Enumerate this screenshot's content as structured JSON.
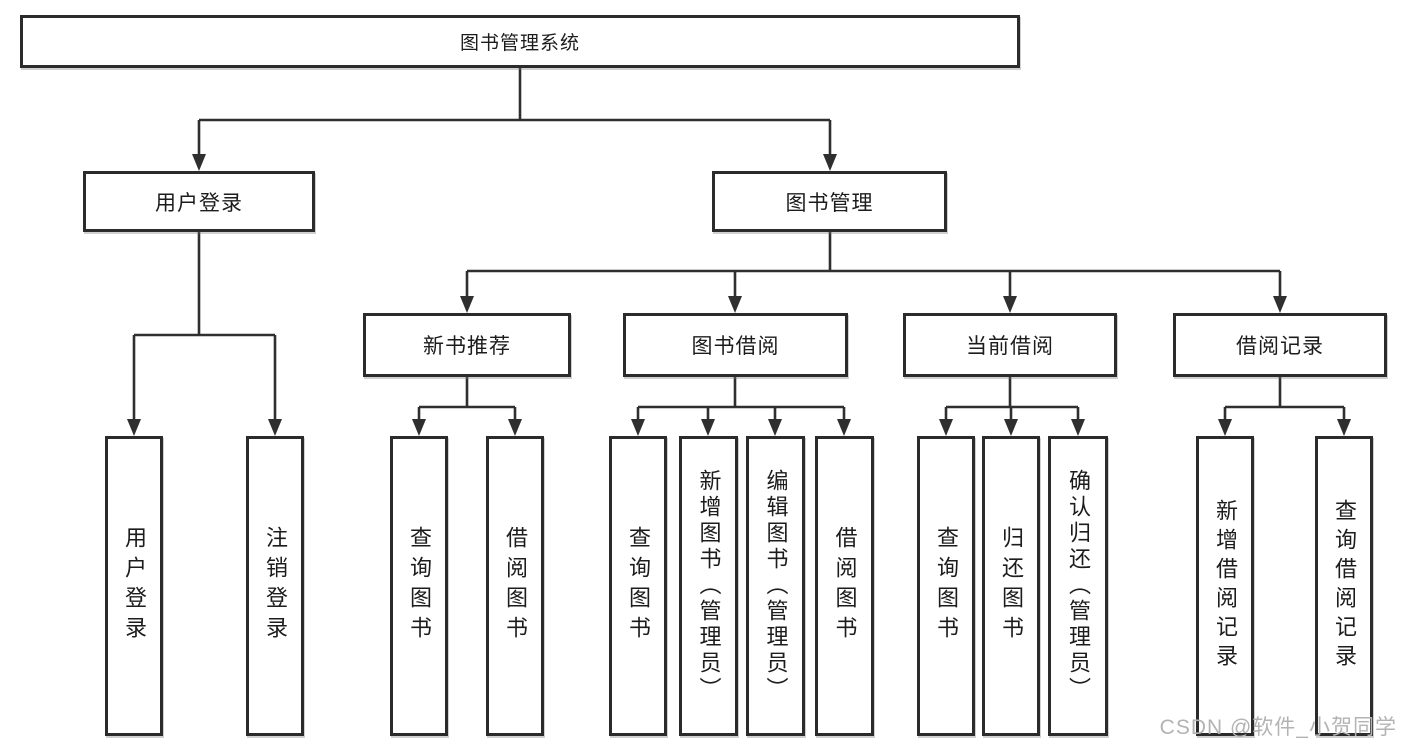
{
  "tree": {
    "root": {
      "label": "图书管理系统"
    },
    "branches": [
      {
        "label": "用户登录",
        "children": [
          {
            "label": "用户登录"
          },
          {
            "label": "注销登录"
          }
        ]
      },
      {
        "label": "图书管理",
        "children": [
          {
            "label": "新书推荐",
            "children": [
              {
                "label": "查询图书"
              },
              {
                "label": "借阅图书"
              }
            ]
          },
          {
            "label": "图书借阅",
            "children": [
              {
                "label": "查询图书"
              },
              {
                "label": "新增图书（管理员）"
              },
              {
                "label": "编辑图书（管理员）"
              },
              {
                "label": "借阅图书"
              }
            ]
          },
          {
            "label": "当前借阅",
            "children": [
              {
                "label": "查询图书"
              },
              {
                "label": "归还图书"
              },
              {
                "label": "确认归还（管理员）"
              }
            ]
          },
          {
            "label": "借阅记录",
            "children": [
              {
                "label": "新增借阅记录"
              },
              {
                "label": "查询借阅记录"
              }
            ]
          }
        ]
      }
    ]
  },
  "watermark": "CSDN @软件_小贺同学",
  "colors": {
    "border": "#2b2b2b",
    "line": "#2f2f2f",
    "text": "#1c1c1c",
    "watermark": "#b3b3b3",
    "background": "#ffffff"
  }
}
